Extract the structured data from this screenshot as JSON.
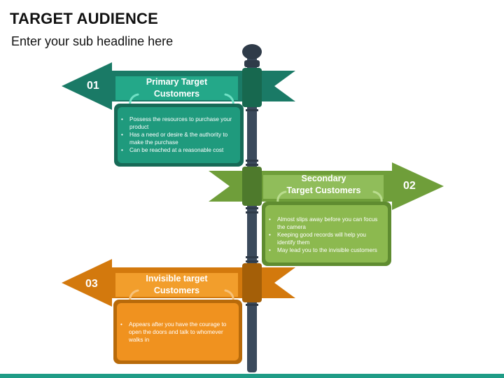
{
  "title": "TARGET AUDIENCE",
  "subtitle": "Enter your sub headline here",
  "colors": {
    "primary": "#1f8f78",
    "secondary": "#7daa45",
    "invisible": "#e0870f",
    "post": "#3b4a5c",
    "bottom_bar": "#1f9c86"
  },
  "signs": [
    {
      "number": "01",
      "title_line1": "Primary  Target",
      "title_line2": "Customers",
      "bullets": [
        "Possess the resources to purchase your product",
        "Has a need or desire & the authority to make the purchase",
        "Can be reached at a reasonable cost"
      ]
    },
    {
      "number": "02",
      "title_line1": "Secondary",
      "title_line2": "Target  Customers",
      "bullets": [
        "Almost slips away before you can focus the camera",
        "Keeping good records will help you  identify them",
        "May lead you to the invisible customers"
      ]
    },
    {
      "number": "03",
      "title_line1": "Invisible target",
      "title_line2": "Customers",
      "bullets": [
        "Appears after you have the courage to open the doors and talk to whomever walks in"
      ]
    }
  ]
}
